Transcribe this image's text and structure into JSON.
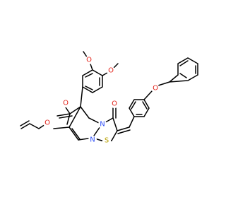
{
  "colors": {
    "bond": "#000000",
    "O": "#e2231a",
    "N": "#3050f8",
    "S": "#b8a000",
    "background": "#ffffff"
  },
  "atoms": {
    "o_ester_carbonyl": "O",
    "o_ester_link": "O",
    "o_methoxy_top": "O",
    "o_methoxy_right": "O",
    "o_ketone": "O",
    "o_phenoxy": "O",
    "n_ring": "N",
    "n_bridge": "N",
    "s_thiazole": "S"
  }
}
